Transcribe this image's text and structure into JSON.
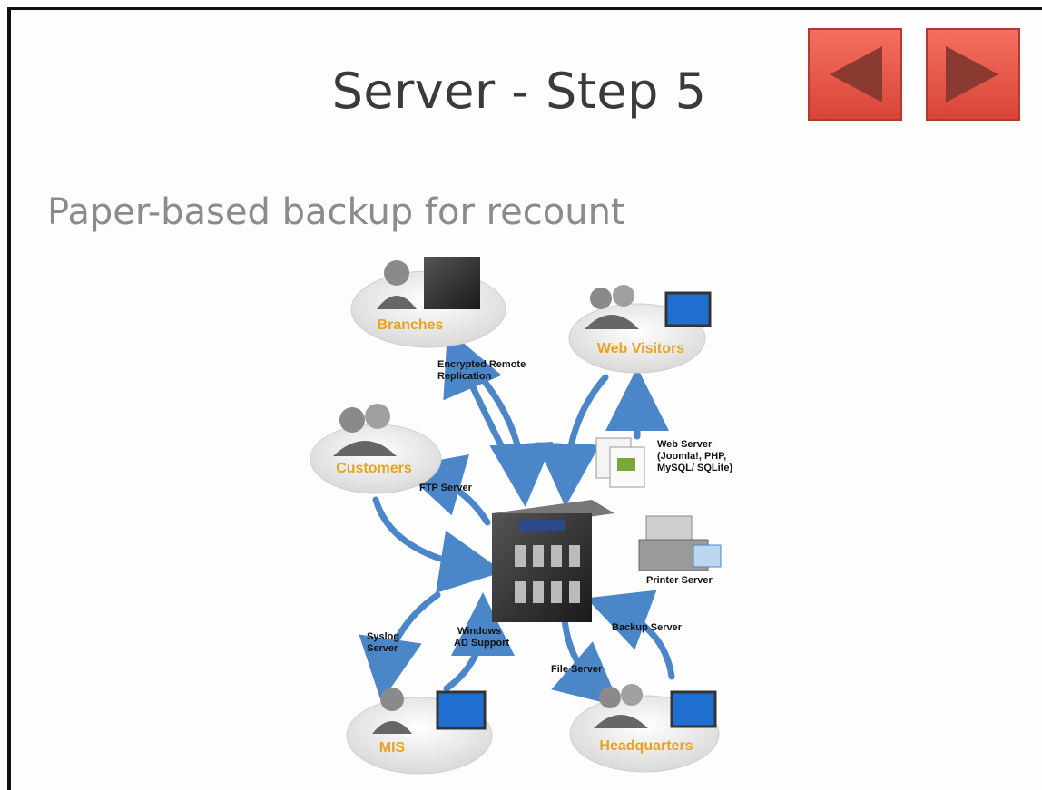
{
  "slide": {
    "title": "Server - Step 5",
    "subtitle": "Paper-based backup for recount"
  },
  "nav": {
    "prev_icon": "triangle-left-icon",
    "next_icon": "triangle-right-icon"
  },
  "diagram": {
    "nodes": {
      "branches": "Branches",
      "web_visitors": "Web Visitors",
      "customers": "Customers",
      "mis": "MIS",
      "headquarters": "Headquarters"
    },
    "edges": {
      "encrypted_1": "Encrypted Remote",
      "encrypted_2": "Replication",
      "web_server_1": "Web Server",
      "web_server_2": "(Joomla!, PHP,",
      "web_server_3": "MySQL/ SQLite)",
      "ftp_server": "FTP Server",
      "printer_server": "Printer Server",
      "backup_server": "Backup Server",
      "file_server": "File Server",
      "windows_ad_1": "Windows",
      "windows_ad_2": "AD Support",
      "syslog_1": "Syslog",
      "syslog_2": "Server"
    }
  },
  "colors": {
    "arrow": "#4a86c8",
    "label": "#e8a21f",
    "button": "#e4584a"
  }
}
